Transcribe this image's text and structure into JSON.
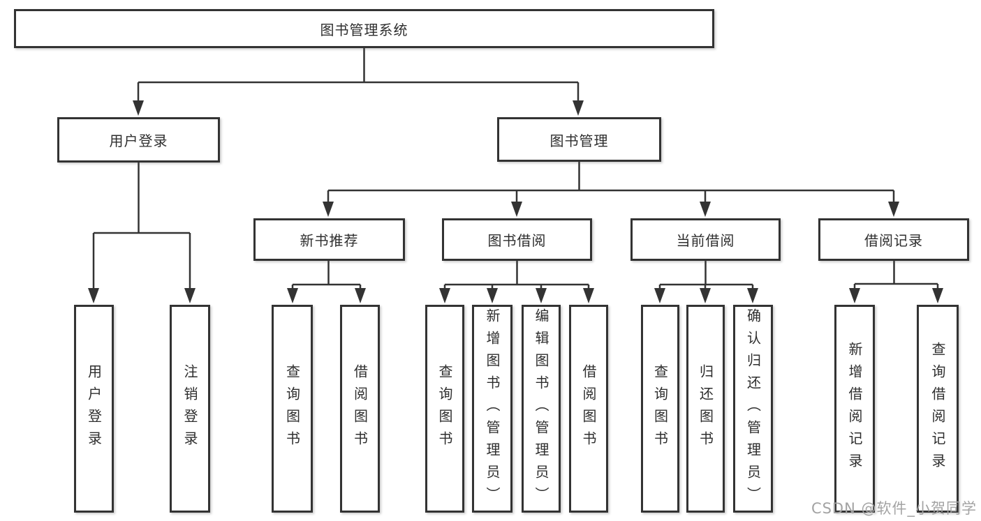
{
  "nodes": {
    "root": "图书管理系统",
    "user_login": "用户登录",
    "book_mgmt": "图书管理",
    "new_book_rec": "新书推荐",
    "book_borrow": "图书借阅",
    "current_borrow": "当前借阅",
    "borrow_record": "借阅记录",
    "user_login_leaf": "用户登录",
    "logout_leaf": "注销登录",
    "nb_query_books": "查询图书",
    "nb_borrow_books": "借阅图书",
    "bb_query_books": "查询图书",
    "bb_add_books_admin": "新增图书（管理员）",
    "bb_edit_books_admin": "编辑图书（管理员）",
    "bb_borrow_books": "借阅图书",
    "cb_query_books": "查询图书",
    "cb_return_books": "归还图书",
    "cb_confirm_return_admin": "确认归还（管理员）",
    "br_add_record": "新增借阅记录",
    "br_query_record": "查询借阅记录"
  },
  "hierarchy": {
    "图书管理系统": {
      "用户登录": [
        "用户登录",
        "注销登录"
      ],
      "图书管理": {
        "新书推荐": [
          "查询图书",
          "借阅图书"
        ],
        "图书借阅": [
          "查询图书",
          "新增图书（管理员）",
          "编辑图书（管理员）",
          "借阅图书"
        ],
        "当前借阅": [
          "查询图书",
          "归还图书",
          "确认归还（管理员）"
        ],
        "借阅记录": [
          "新增借阅记录",
          "查询借阅记录"
        ]
      }
    }
  },
  "watermark": "CSDN @软件_小贺同学",
  "colors": {
    "line": "#333333",
    "box_border": "#333333",
    "text": "#2e2e2e",
    "watermark": "#a3a3a3",
    "background": "#ffffff"
  }
}
